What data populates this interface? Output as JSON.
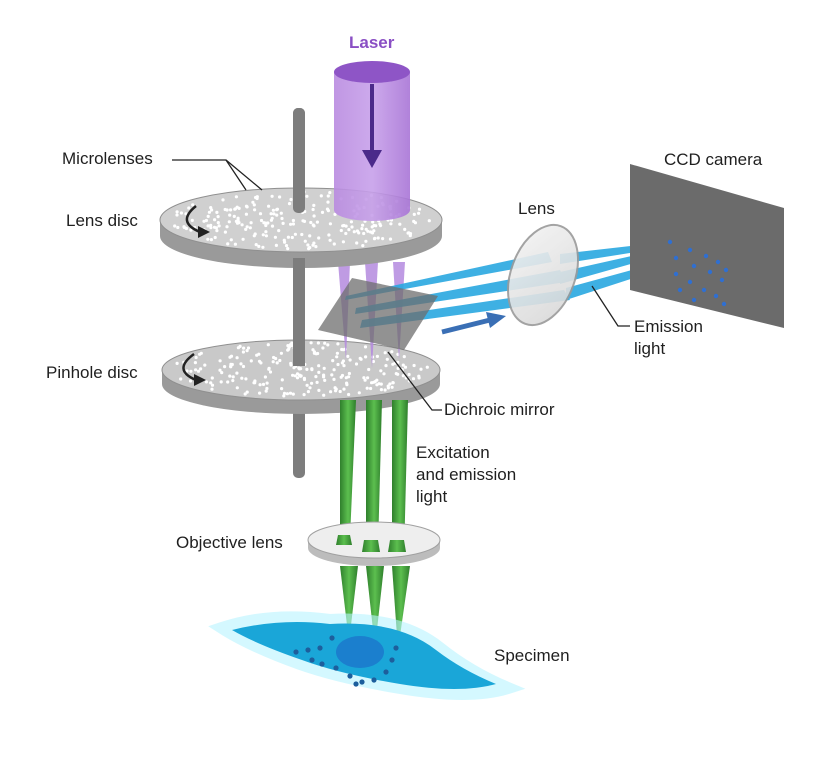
{
  "labels": {
    "laser": "Laser",
    "microlenses": "Microlenses",
    "lens_disc": "Lens disc",
    "pinhole_disc": "Pinhole disc",
    "ccd_camera": "CCD camera",
    "lens": "Lens",
    "emission_light_1": "Emission",
    "emission_light_2": "light",
    "dichroic_mirror": "Dichroic mirror",
    "excitation_1": "Excitation",
    "excitation_2": "and emission",
    "excitation_3": "light",
    "objective_lens": "Objective lens",
    "specimen": "Specimen"
  },
  "colors": {
    "laser": "#9b59d0",
    "laser_arrow": "#4b2a8a",
    "disc_top": "#c9c9c9",
    "disc_side": "#9a9a9a",
    "rod": "#7a7a7a",
    "camera": "#6b6b6b",
    "emission_beam": "#2aa8e0",
    "excitation_beam": "#3f9b3a",
    "specimen": "#1aa6d8",
    "arrow_blue": "#3a6fb5"
  },
  "icons": {
    "rotation_arrow": "curved-arrow-icon",
    "direction_arrow": "right-arrow-icon"
  }
}
